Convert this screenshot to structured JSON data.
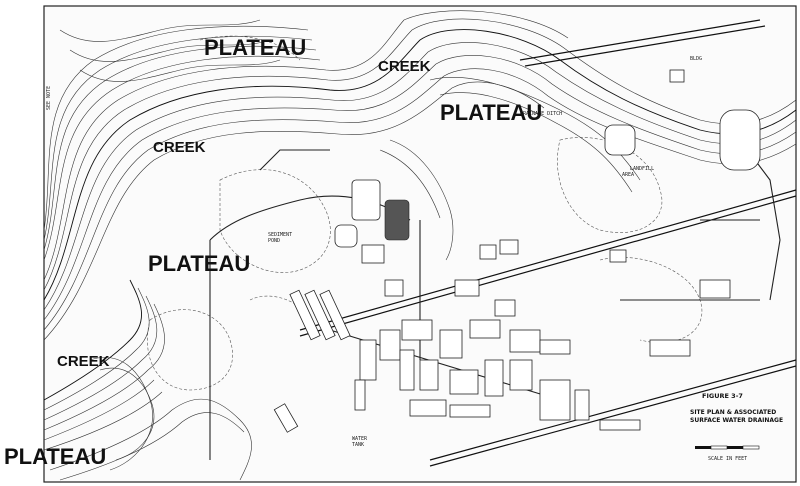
{
  "map": {
    "labels": {
      "plateau_top": "PLATEAU",
      "plateau_right": "PLATEAU",
      "plateau_center": "PLATEAU",
      "plateau_bottom": "PLATEAU",
      "creek_top": "CREEK",
      "creek_upper_left": "CREEK",
      "creek_lower_left": "CREEK"
    },
    "title_block": {
      "figure": "FIGURE 3-7",
      "title_line1": "SITE PLAN & ASSOCIATED",
      "title_line2": "SURFACE WATER DRAINAGE"
    },
    "scale_bar": {
      "label": "SCALE IN FEET"
    }
  }
}
